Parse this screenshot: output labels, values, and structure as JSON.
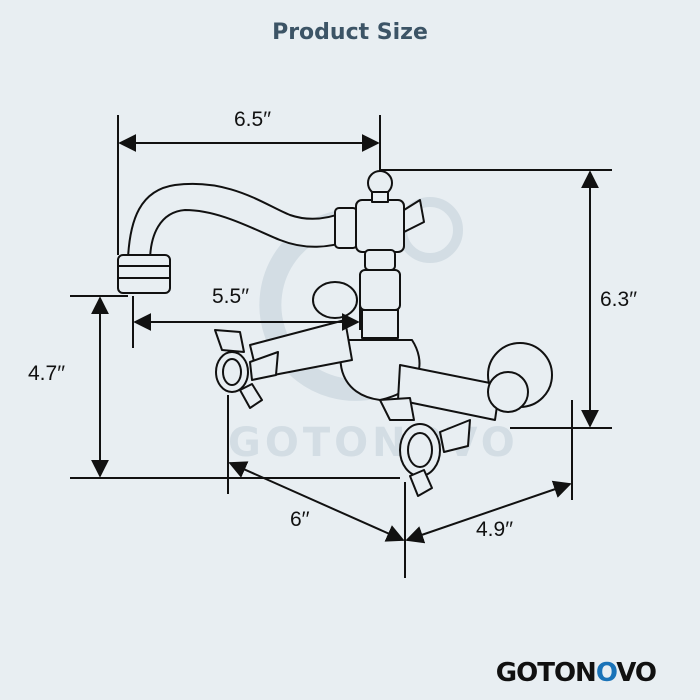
{
  "header": {
    "title": "Product Size"
  },
  "dimensions": {
    "spout_width": "6.5′′",
    "total_height": "6.3′′",
    "spout_reach": "5.5′′",
    "outlet_height": "4.7′′",
    "width": "6′′",
    "depth": "4.9′′"
  },
  "watermark": {
    "text": "GOTONOVO"
  },
  "brand": {
    "name_prefix": "GOTON",
    "name_drop": "O",
    "name_suffix": "VO"
  },
  "colors": {
    "background": "#e8eef2",
    "title": "#3c5466",
    "line": "#111111",
    "brand_accent": "#1a73b8"
  }
}
